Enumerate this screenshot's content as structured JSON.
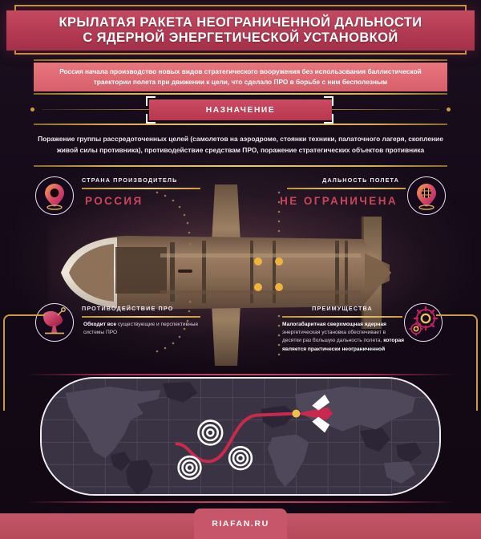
{
  "header": {
    "title_line1": "КРЫЛАТАЯ РАКЕТА НЕОГРАНИЧЕННОЙ ДАЛЬНОСТИ",
    "title_line2": "С ЯДЕРНОЙ ЭНЕРГЕТИЧЕСКОЙ УСТАНОВКОЙ"
  },
  "subtitle": {
    "text": "Россия начала производство новых видов стратегического вооружения без использования баллистической траектории полета при движении к цели, что сделало ПРО в борьбе с ним бесполезным"
  },
  "section_badge": {
    "label": "НАЗНАЧЕНИЕ"
  },
  "purpose": {
    "text": "Поражение группы рассредоточенных целей (самолетов на аэродроме, стоянки техники, палаточного лагеря, скопление живой силы противника), противодействие средствам ПРО, поражение стратегических объектов противника"
  },
  "features": {
    "country": {
      "kicker": "СТРАНА ПРОИЗВОДИТЕЛЬ",
      "value": "РОССИЯ",
      "icon": "map-pin-icon"
    },
    "range": {
      "kicker": "ДАЛЬНОСТЬ ПОЛЕТА",
      "value": "НЕ ОГРАНИЧЕНА",
      "icon": "map-pin-target-icon"
    },
    "abm": {
      "kicker": "ПРОТИВОДЕЙСТВИЕ ПРО",
      "desc_bold": "Обходит все",
      "desc_rest": " существующие и перспективные системы ПРО",
      "icon": "radar-dish-icon"
    },
    "advantages": {
      "kicker": "ПРЕИМУЩЕСТВА",
      "desc_b1": "Малогабаритная сверхмощная ядерная",
      "desc_r1": " энергетическая установка обеспечивает в десятки раз большую дальность полета, ",
      "desc_b2": "которая является практически неограниченной",
      "icon": "gears-icon"
    }
  },
  "map": {
    "icon": "world-map",
    "rocket_icon": "rocket-icon",
    "targets": 3
  },
  "footer": {
    "site": "RIAFAN.RU"
  },
  "colors": {
    "accent_red": "#c9455c",
    "band_red": "#b8374f",
    "gold": "#c99a3e",
    "background": "#140a18",
    "text_light": "#ece6ee"
  }
}
